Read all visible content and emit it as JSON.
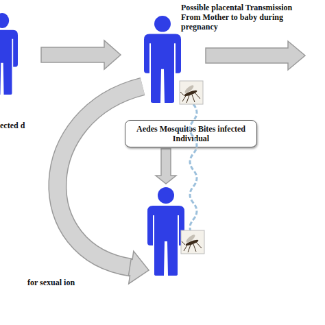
{
  "diagram": {
    "nodes": [
      {
        "text": [
          "ected d"
        ]
      },
      {
        "text": [
          "Possible placental Transmission From Mother to baby during pregnancy"
        ]
      },
      {
        "text": [
          "Aedes Mosquitos Bites infected Individual"
        ]
      },
      {
        "text": []
      }
    ],
    "edges": [
      {
        "from": 0,
        "to": 1,
        "arrow": "to"
      },
      {
        "from": 1,
        "to": 3,
        "arrow": "to"
      },
      {
        "from": 2,
        "to": 3,
        "arrow": "to"
      }
    ],
    "labels": [
      "for sexual ion"
    ]
  }
}
